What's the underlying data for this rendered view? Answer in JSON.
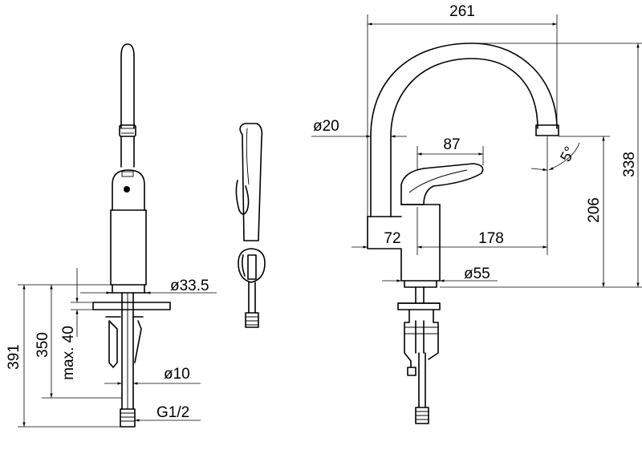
{
  "colors": {
    "line": "#000000",
    "background": "#ffffff"
  },
  "dimensions": {
    "width_top": "261",
    "height_outer": "338",
    "spout_diameter": "ø20",
    "handle_length": "87",
    "angle": "5°",
    "height_to_spout": "206",
    "offset_left": "72",
    "reach": "178",
    "base_diameter": "ø55",
    "body_diameter": "ø33.5",
    "hose_diameter": "ø10",
    "thread": "G1/2",
    "total_height": "391",
    "below_deck": "350",
    "max_deck": "max. 40"
  }
}
